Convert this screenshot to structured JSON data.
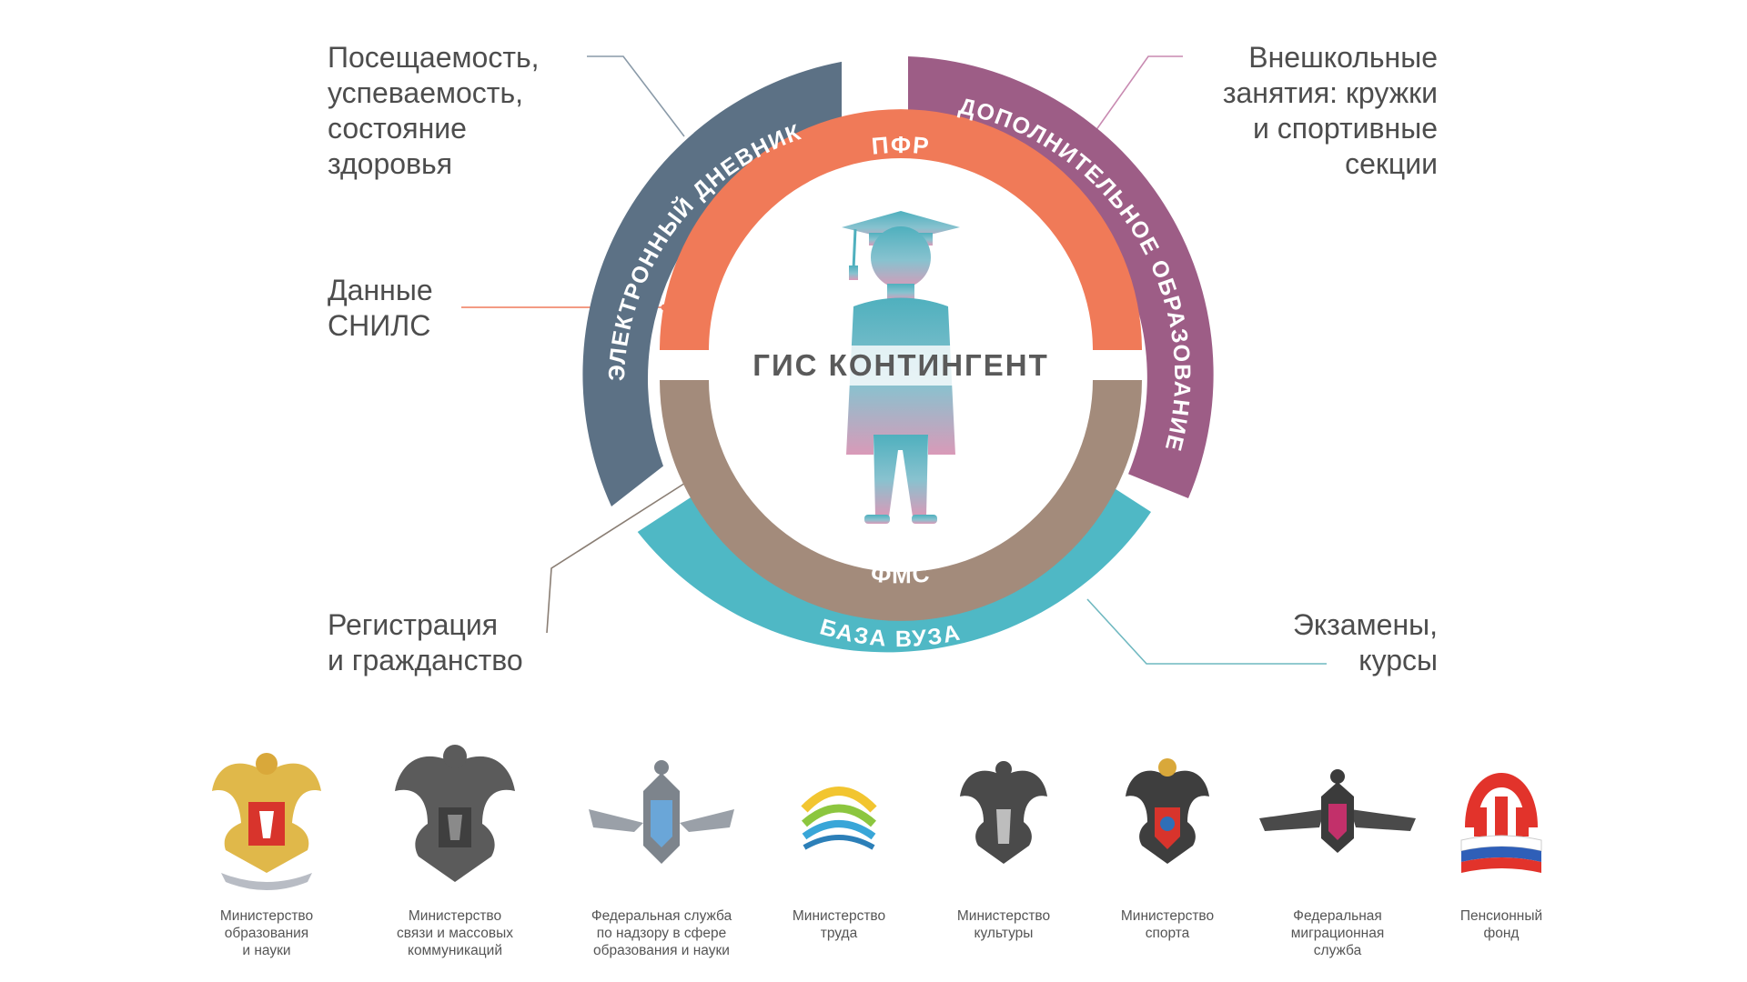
{
  "center": {
    "title": "ГИС КОНТИНГЕНТ"
  },
  "rings": {
    "inner_top": {
      "label": "ПФР",
      "color": "#f07a58"
    },
    "inner_bottom": {
      "label": "ФМС",
      "color": "#a38b7b"
    },
    "outer_left": {
      "label": "ЭЛЕКТРОННЫЙ ДНЕВНИК",
      "color": "#5c7185"
    },
    "outer_right": {
      "label": "ДОПОЛНИТЕЛЬНОЕ ОБРАЗОВАНИЕ",
      "color": "#9d5d86"
    },
    "outer_bottom": {
      "label": "БАЗА ВУЗА",
      "color": "#4fb8c5"
    }
  },
  "callouts": {
    "top_left": [
      "Посещаемость,",
      "успеваемость,",
      "состояние",
      "здоровья"
    ],
    "mid_left": [
      "Данные",
      "СНИЛС"
    ],
    "bottom_left": [
      "Регистрация",
      "и гражданство"
    ],
    "top_right": [
      "Внешкольные",
      "занятия: кружки",
      "и спортивные",
      "секции"
    ],
    "bottom_right": [
      "Экзамены,",
      "курсы"
    ]
  },
  "agencies": [
    {
      "icon": "ministry-education-emblem-icon",
      "lines": [
        "Министерство",
        "образования",
        "и науки"
      ]
    },
    {
      "icon": "ministry-communications-emblem-icon",
      "lines": [
        "Министерство",
        "связи и массовых",
        "коммуникаций"
      ]
    },
    {
      "icon": "rosobrnadzor-emblem-icon",
      "lines": [
        "Федеральная служба",
        "по надзору в сфере",
        "образования и науки"
      ]
    },
    {
      "icon": "ministry-labor-logo-icon",
      "lines": [
        "Министерство",
        "труда"
      ]
    },
    {
      "icon": "ministry-culture-emblem-icon",
      "lines": [
        "Министерство",
        "культуры"
      ]
    },
    {
      "icon": "ministry-sport-emblem-icon",
      "lines": [
        "Министерство",
        "спорта"
      ]
    },
    {
      "icon": "migration-service-emblem-icon",
      "lines": [
        "Федеральная",
        "миграционная",
        "служба"
      ]
    },
    {
      "icon": "pension-fund-logo-icon",
      "lines": [
        "Пенсионный",
        "фонд"
      ]
    }
  ]
}
